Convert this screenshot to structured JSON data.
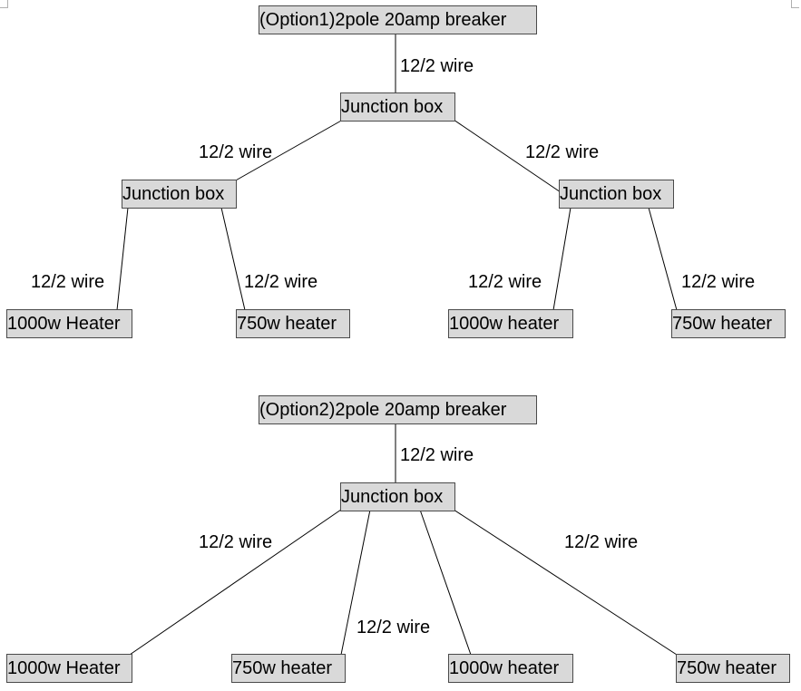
{
  "option1": {
    "breaker": "(Option1)2pole 20amp breaker",
    "main_junction": "Junction box",
    "left_junction": "Junction box",
    "right_junction": "Junction box",
    "heaters": [
      "1000w Heater",
      "750w heater",
      "1000w heater",
      "750w heater"
    ],
    "wire_labels": [
      "12/2 wire",
      "12/2 wire",
      "12/2 wire",
      "12/2 wire",
      "12/2 wire",
      "12/2 wire",
      "12/2 wire"
    ]
  },
  "option2": {
    "breaker": "(Option2)2pole 20amp breaker",
    "main_junction": "Junction box",
    "heaters": [
      "1000w Heater",
      "750w heater",
      "1000w heater",
      "750w heater"
    ],
    "wire_labels": [
      "12/2 wire",
      "12/2 wire",
      "12/2 wire",
      "12/2 wire"
    ]
  }
}
